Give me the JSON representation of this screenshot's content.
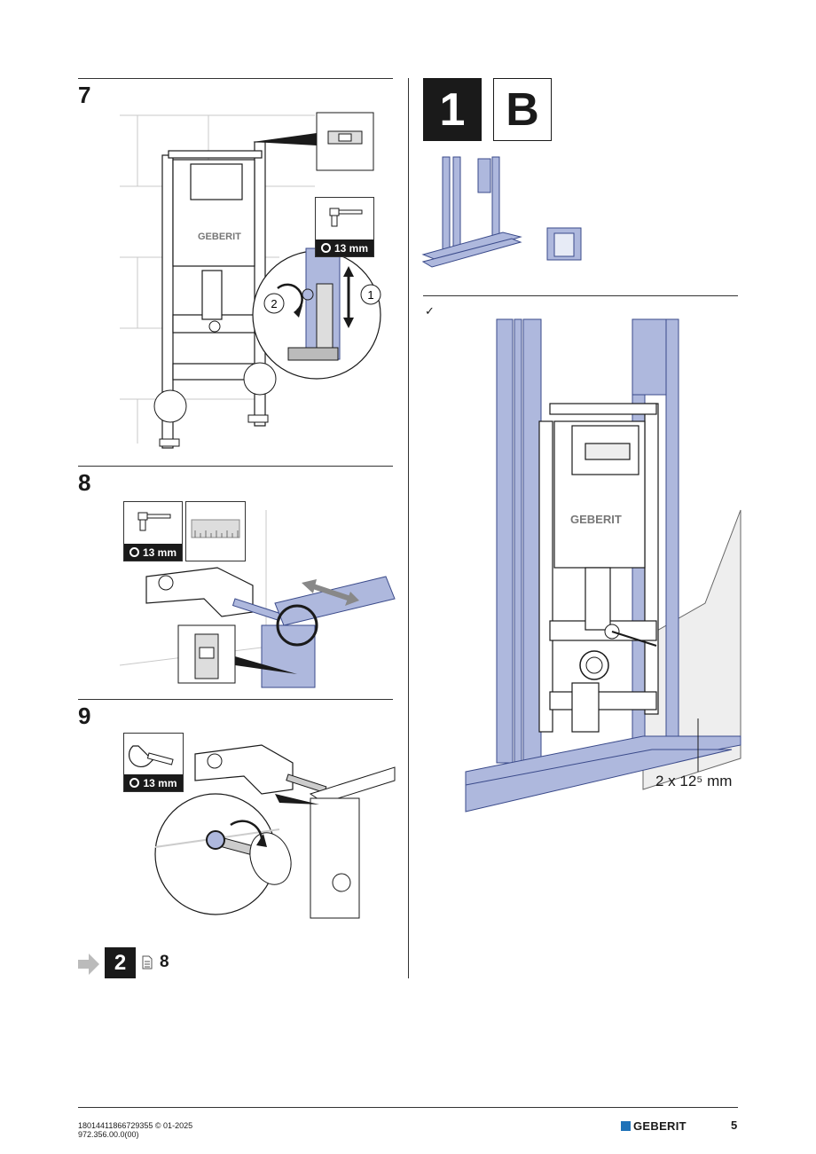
{
  "steps": {
    "s7": {
      "number": "7",
      "tool_size": "13 mm",
      "circle_1": "1",
      "circle_2": "2",
      "logo_text": "GEBERIT"
    },
    "s8": {
      "number": "8",
      "tool_size": "13 mm"
    },
    "s9": {
      "number": "9",
      "tool_size": "13 mm"
    }
  },
  "variant": {
    "code_dark": "1",
    "code_light": "B"
  },
  "check_mark": "✓",
  "dimension_label": "2 x 12⁵ mm",
  "frame_logo_text": "GEBERIT",
  "nav": {
    "arrow_icon": "arrow-right-icon",
    "next_badge": "2",
    "doc_icon": "document-icon",
    "page_ref": "8"
  },
  "footer": {
    "doc_line1": "180144118667293​55 © 01-2025",
    "doc_line2": "972.356.00.0(00)",
    "brand": "GEBERIT",
    "page_number": "5"
  },
  "colors": {
    "profile_blue": "#aeb8dd",
    "profile_edge": "#3a4a8a",
    "dark": "#1a1a1a",
    "brand_blue": "#1f72b8"
  }
}
